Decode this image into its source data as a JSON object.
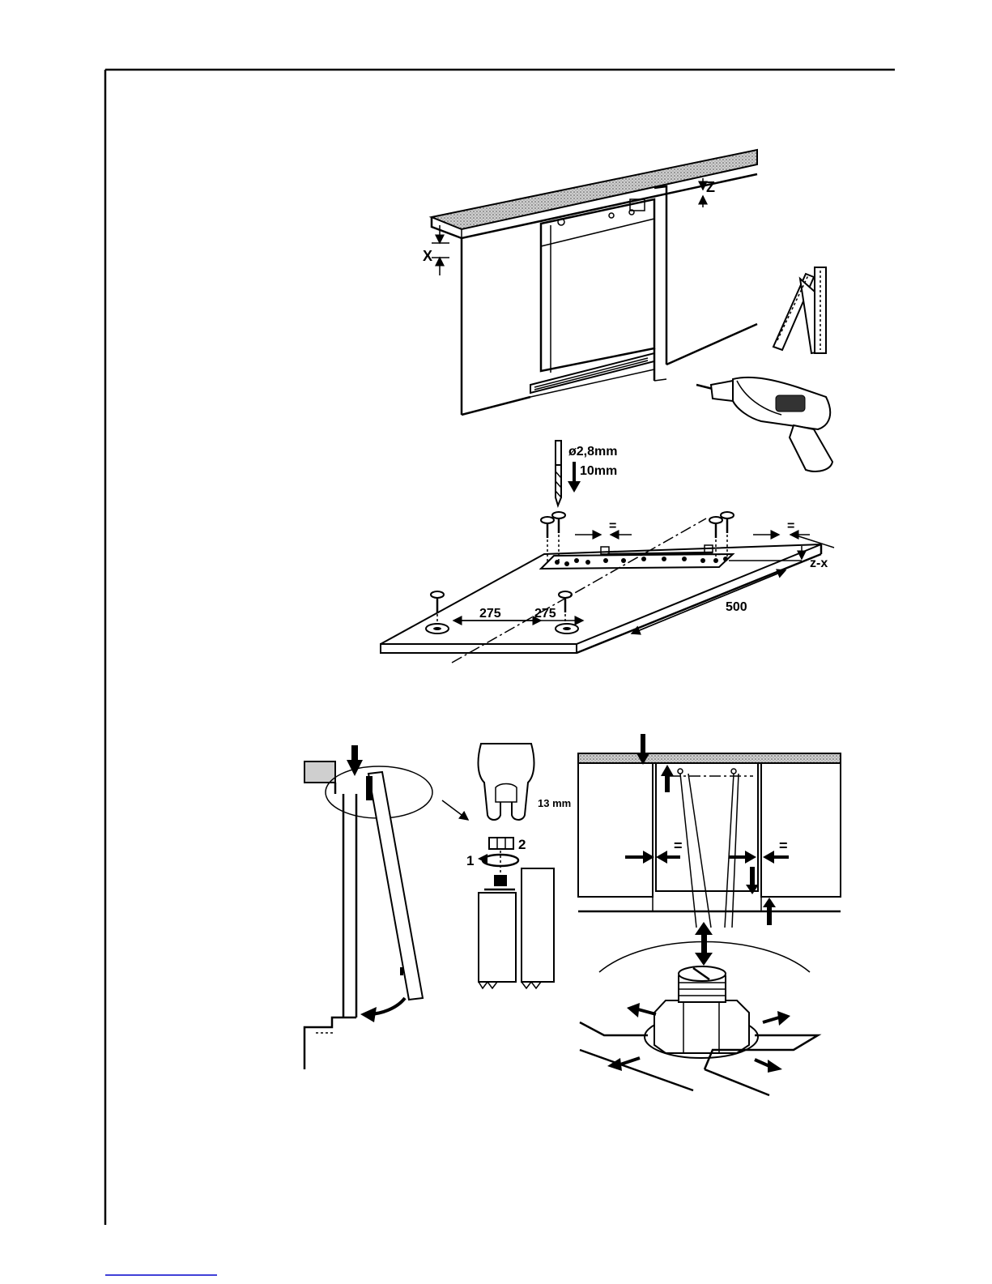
{
  "figure1": {
    "label_x": "X",
    "label_z": "Z",
    "icons": [
      "folding-ruler-icon",
      "electric-drill-icon"
    ]
  },
  "figure2": {
    "drill_diameter": "ø2,8mm",
    "drill_depth": "10mm",
    "label_equal_left": "=",
    "label_equal_right": "=",
    "label_z_minus_x": "z-x",
    "label_500": "500",
    "label_275_left": "275",
    "label_275_right": "275"
  },
  "figure3": {
    "wrench_size": "13 mm",
    "step_1": "1",
    "step_2": "2",
    "label_equal_left": "=",
    "label_equal_right": "=",
    "icons": [
      "wrench-icon",
      "adjustable-foot-icon"
    ]
  },
  "colors": {
    "ink": "#000000",
    "paper": "#ffffff",
    "stipple": "#9a9a9a"
  }
}
